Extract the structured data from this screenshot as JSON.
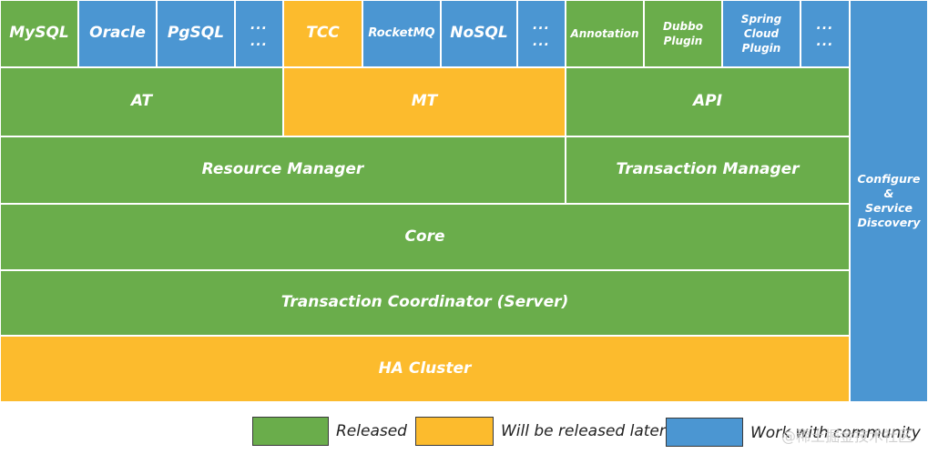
{
  "colors": {
    "released": "#6aad4b",
    "later": "#fcbb2d",
    "community": "#4b96d2"
  },
  "top_row": [
    {
      "label": "MySQL",
      "status": "released"
    },
    {
      "label": "Oracle",
      "status": "community"
    },
    {
      "label": "PgSQL",
      "status": "community"
    },
    {
      "dots": [
        "...",
        "..."
      ],
      "status": "community"
    },
    {
      "label": "TCC",
      "status": "later"
    },
    {
      "label": "RocketMQ",
      "status": "community"
    },
    {
      "label": "NoSQL",
      "status": "community"
    },
    {
      "dots": [
        "...",
        "..."
      ],
      "status": "community"
    },
    {
      "label": "Annotation",
      "status": "released"
    },
    {
      "lines": [
        "Dubbo",
        "Plugin"
      ],
      "status": "released"
    },
    {
      "lines": [
        "Spring",
        "Cloud",
        "Plugin"
      ],
      "status": "community"
    },
    {
      "dots": [
        "...",
        "..."
      ],
      "status": "community"
    }
  ],
  "modes": {
    "at": "AT",
    "mt": "MT",
    "api": "API"
  },
  "managers": {
    "resource": "Resource Manager",
    "transaction": "Transaction Manager"
  },
  "core": "Core",
  "coordinator": "Transaction Coordinator (Server)",
  "ha_cluster": "HA Cluster",
  "sidebar": [
    "Configure",
    "&",
    "Service",
    "Discovery"
  ],
  "legend": {
    "released": "Released",
    "later": "Will be released later",
    "community": "Work with community"
  },
  "watermark": "@稀土掘金技术社区"
}
